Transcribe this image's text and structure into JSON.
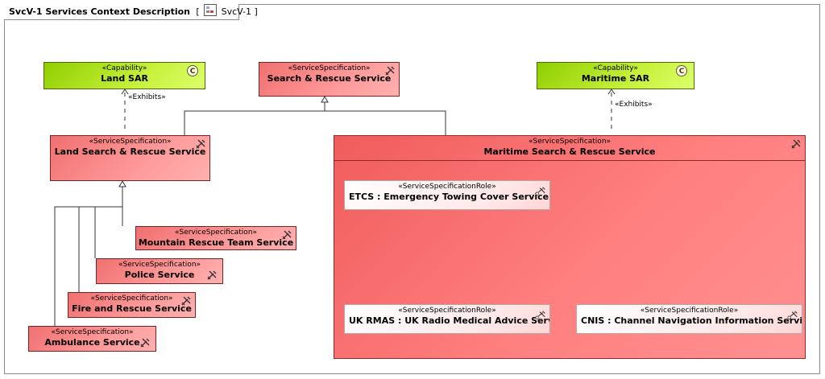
{
  "diagram": {
    "title": "SvcV-1 Services Context Description",
    "ref_open": "[",
    "ref_name": "SvcV-1",
    "ref_close": "]"
  },
  "nodes": {
    "land_sar": {
      "stereotype": "«Capability»",
      "name": "Land SAR"
    },
    "sar_service": {
      "stereotype": "«ServiceSpecification»",
      "name": "Search & Rescue Service"
    },
    "maritime_sar": {
      "stereotype": "«Capability»",
      "name": "Maritime SAR"
    },
    "land_sar_service": {
      "stereotype": "«ServiceSpecification»",
      "name": "Land Search & Rescue Service"
    },
    "maritime_sar_service": {
      "stereotype": "«ServiceSpecification»",
      "name": "Maritime Search & Rescue Service"
    },
    "mountain_rescue": {
      "stereotype": "«ServiceSpecification»",
      "name": "Mountain Rescue Team Service"
    },
    "police": {
      "stereotype": "«ServiceSpecification»",
      "name": "Police Service"
    },
    "fire_rescue": {
      "stereotype": "«ServiceSpecification»",
      "name": "Fire and Rescue Service"
    },
    "ambulance": {
      "stereotype": "«ServiceSpecification»",
      "name": "Ambulance Service"
    },
    "etcs": {
      "stereotype": "«ServiceSpecificationRole»",
      "name": "ETCS : Emergency Towing Cover Service"
    },
    "uk_rmas": {
      "stereotype": "«ServiceSpecificationRole»",
      "name": "UK RMAS : UK Radio Medical Advice Service"
    },
    "cnis": {
      "stereotype": "«ServiceSpecificationRole»",
      "name": "CNIS : Channel Navigation Information Service"
    }
  },
  "edges": {
    "exhibits_land": "«Exhibits»",
    "exhibits_maritime": "«Exhibits»"
  },
  "icons": {
    "capability": "C",
    "service_spec": "tools-icon",
    "service_role": "role-tools-icon"
  }
}
